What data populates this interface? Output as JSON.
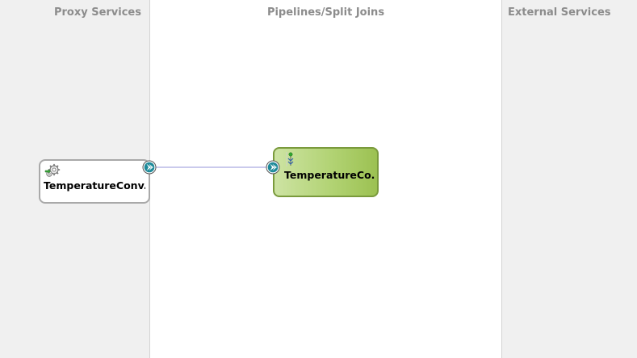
{
  "lanes": {
    "proxy_services": {
      "title": "Proxy Services"
    },
    "pipelines": {
      "title": "Pipelines/Split Joins"
    },
    "external_services": {
      "title": "External Services"
    }
  },
  "nodes": {
    "proxy": {
      "label": "TemperatureConv...",
      "icon": "gears-proxy-icon"
    },
    "pipeline": {
      "label": "TemperatureCo...",
      "icon": "pipeline-flow-icon"
    }
  },
  "ports": {
    "proxy_out": {
      "icon": "chevron-right-port-icon"
    },
    "pipeline_in": {
      "icon": "chevron-right-port-icon"
    }
  },
  "colors": {
    "lane_bg": "#f0f0f0",
    "canvas_bg": "#ffffff",
    "lane_header": "#8c8c8c",
    "pipeline_border": "#7a9a3c",
    "pipeline_fill_light": "#cde3a3",
    "pipeline_fill_dark": "#9cc152",
    "port_teal": "#1e8a9a",
    "wire": "#b9b9e6"
  }
}
